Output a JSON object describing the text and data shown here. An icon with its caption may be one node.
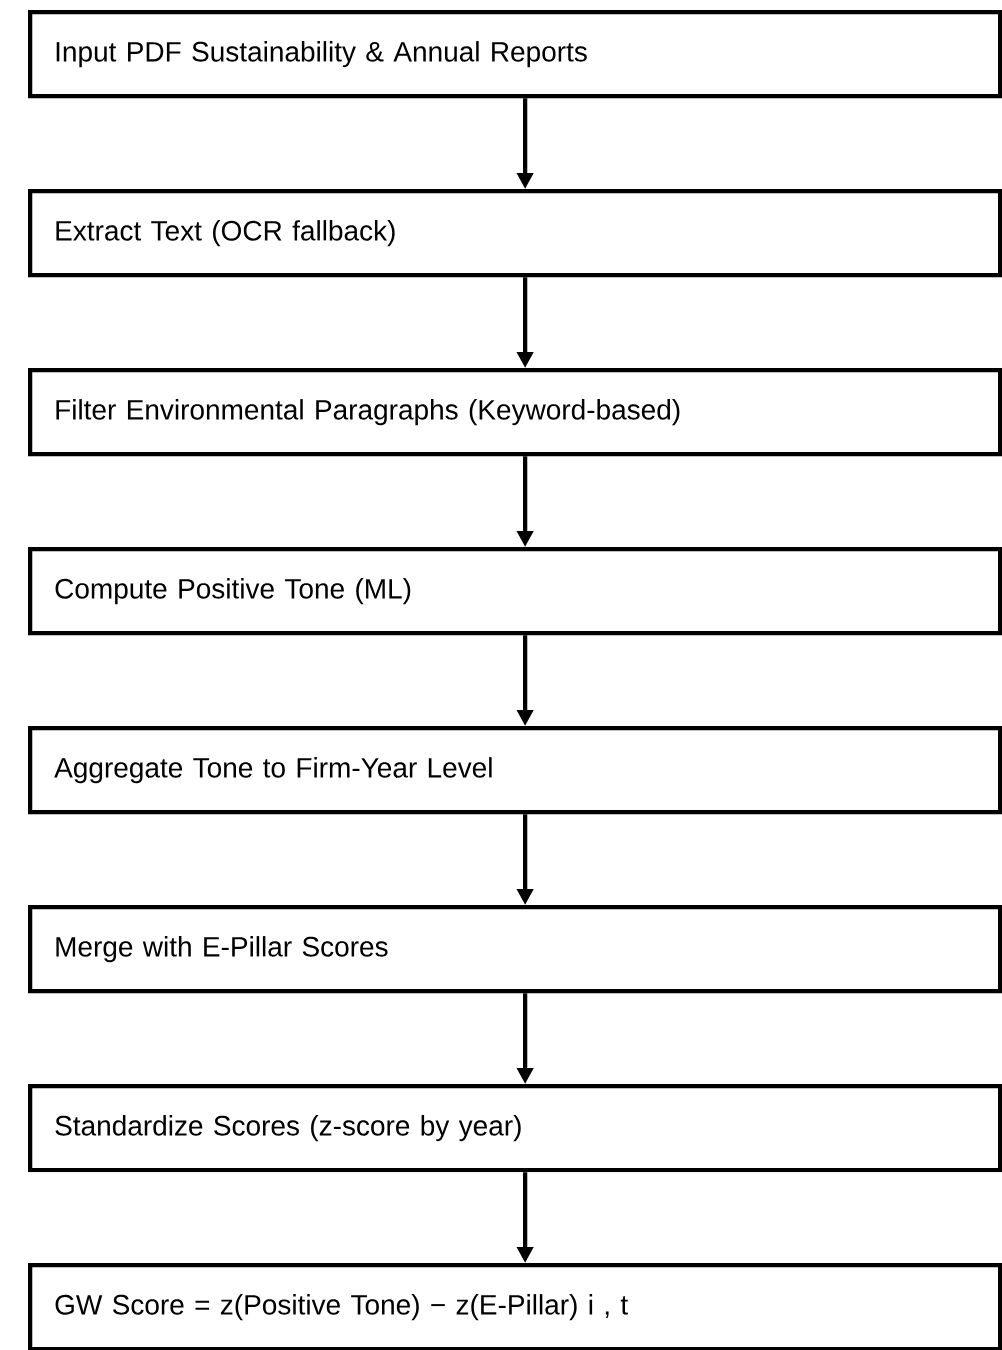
{
  "diagram": {
    "nodes": [
      {
        "text": [
          "Input PDF Sustainability & Annual Reports"
        ]
      },
      {
        "text": [
          "Extract Text (OCR fallback)"
        ]
      },
      {
        "text": [
          "Filter Environmental Paragraphs (Keyword-based)"
        ]
      },
      {
        "text": [
          "Compute Positive Tone (ML)"
        ]
      },
      {
        "text": [
          "Aggregate Tone to Firm-Year Level"
        ]
      },
      {
        "text": [
          "Merge with E-Pillar Scores"
        ]
      },
      {
        "text": [
          "Standardize Scores (z-score by year)"
        ]
      },
      {
        "text": [
          "GW Score = z(Positive Tone) − z(E-Pillar) i , t"
        ]
      }
    ],
    "edges": [
      {
        "from": 0,
        "to": 1,
        "arrow": "to"
      },
      {
        "from": 1,
        "to": 2,
        "arrow": "to"
      },
      {
        "from": 2,
        "to": 3,
        "arrow": "to"
      },
      {
        "from": 3,
        "to": 4,
        "arrow": "to"
      },
      {
        "from": 4,
        "to": 5,
        "arrow": "to"
      },
      {
        "from": 5,
        "to": 6,
        "arrow": "to"
      },
      {
        "from": 6,
        "to": 7,
        "arrow": "to"
      }
    ]
  }
}
